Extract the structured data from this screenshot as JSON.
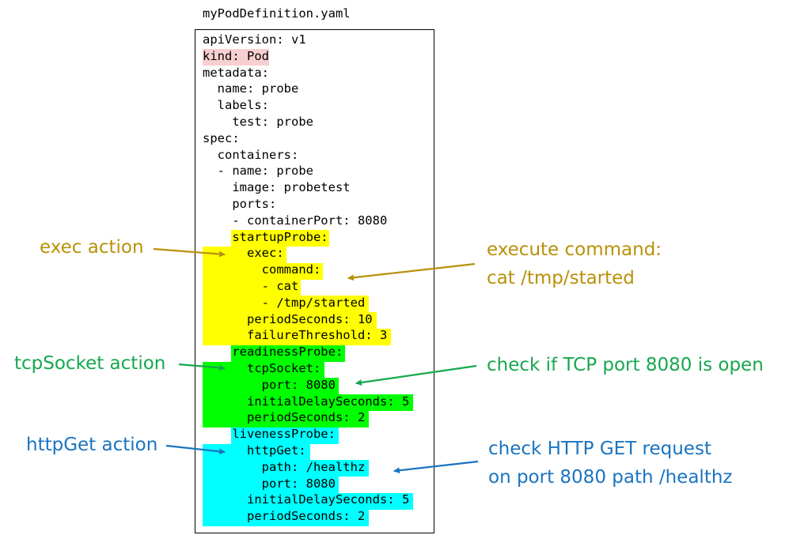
{
  "filename": "myPodDefinition.yaml",
  "colors": {
    "kind_highlight": "#f8cfd1",
    "startup_highlight": "#ffff00",
    "readiness_highlight": "#00ff00",
    "liveness_highlight": "#00ffff",
    "exec_color": "#b8910a",
    "tcp_color": "#16a84d",
    "http_color": "#1a74c0"
  },
  "code_lines": [
    "apiVersion: v1",
    "kind: Pod",
    "metadata:",
    "  name: probe",
    "  labels:",
    "    test: probe",
    "spec:",
    "  containers:",
    "  - name: probe",
    "    image: probetest",
    "    ports:",
    "    - containerPort: 8080",
    "    startupProbe:",
    "      exec:",
    "        command:",
    "        - cat",
    "        - /tmp/started",
    "      periodSeconds: 10",
    "      failureThreshold: 3",
    "    readinessProbe:",
    "      tcpSocket:",
    "        port: 8080",
    "      initialDelaySeconds: 5",
    "      periodSeconds: 2",
    "    livenessProbe:",
    "      httpGet:",
    "        path: /healthz",
    "        port: 8080",
    "      initialDelaySeconds: 5",
    "      periodSeconds: 2"
  ],
  "annotations": {
    "exec_action": "exec action",
    "exec_desc_line1": "execute command:",
    "exec_desc_line2": "cat /tmp/started",
    "tcp_action": "tcpSocket action",
    "tcp_desc": "check if TCP port 8080 is open",
    "http_action": "httpGet action",
    "http_desc_line1": "check HTTP GET request",
    "http_desc_line2": "on port 8080 path /healthz"
  }
}
